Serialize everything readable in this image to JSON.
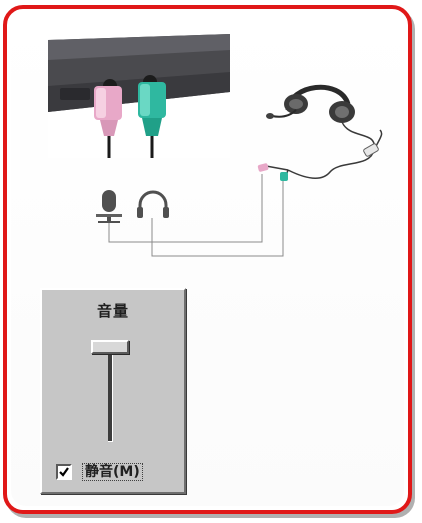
{
  "volume_control": {
    "title": "音量",
    "mute_label": "静音(M)",
    "mute_checked": true,
    "volume_level_percent": 100
  },
  "icons": {
    "microphone": "microphone-icon",
    "headphone": "headphone-icon",
    "headset": "headset-image",
    "laptop_jacks": "laptop-audio-jacks-image"
  },
  "colors": {
    "frame": "#e01818",
    "mic_plug": "#e8a8c8",
    "headphone_plug": "#2fb8a0",
    "panel": "#c6c6c6"
  }
}
